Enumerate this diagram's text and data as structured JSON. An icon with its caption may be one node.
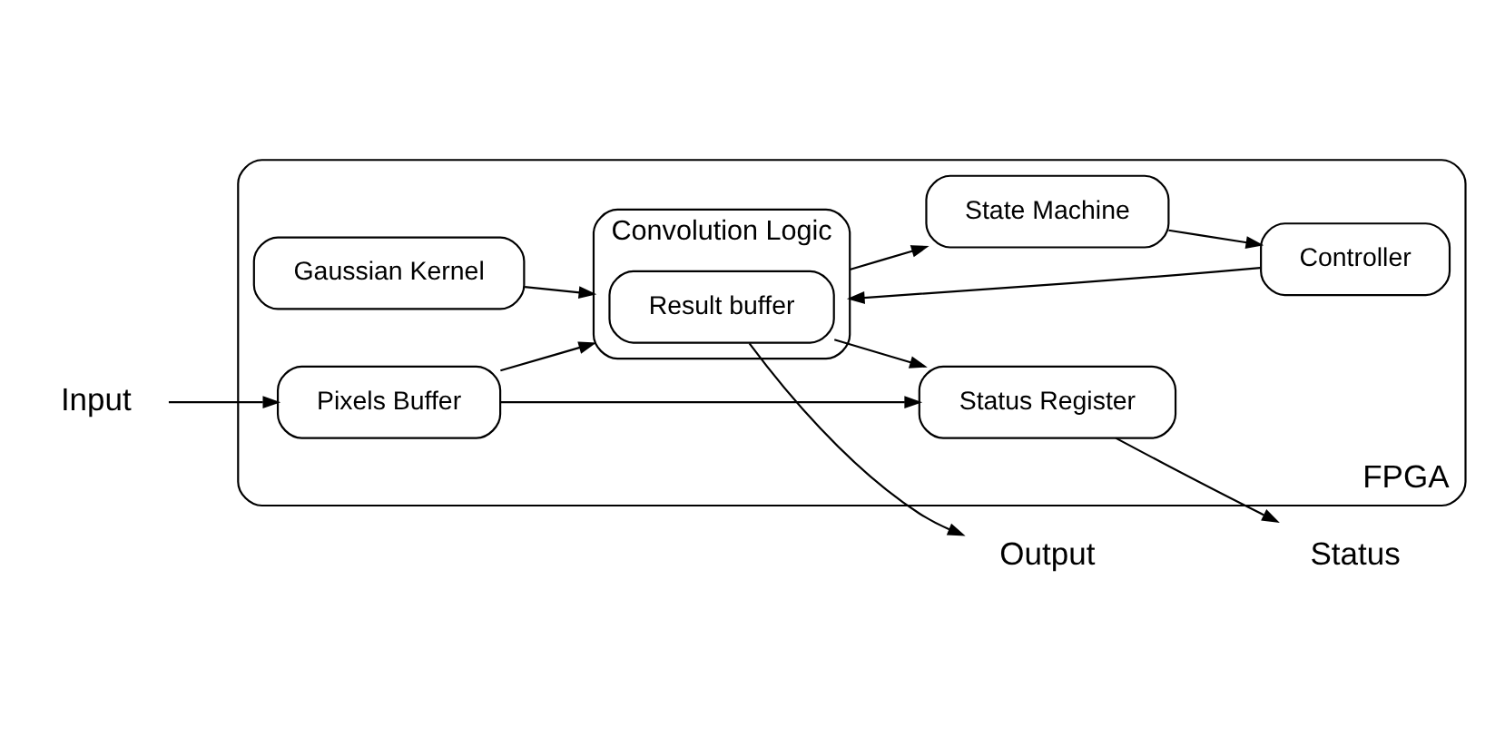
{
  "diagram": {
    "nodes": [
      {
        "text": [
          "FPGA"
        ]
      },
      {
        "text": [
          "Gaussian Kernel"
        ],
        "in": 0
      },
      {
        "text": [
          "Convolution Logic"
        ],
        "in": 0
      },
      {
        "text": [
          "Controller"
        ],
        "in": 0
      },
      {
        "text": [
          "Input"
        ]
      },
      {
        "text": [
          "Pixels Buffer"
        ],
        "in": 0
      },
      {
        "text": [
          "State Machine"
        ],
        "in": 0
      },
      {
        "text": [
          "Status"
        ]
      },
      {
        "text": [
          "Status Register"
        ],
        "in": 0
      },
      {
        "text": [
          "Output"
        ]
      },
      {
        "text": [
          "Result buffer"
        ],
        "in": 2
      }
    ],
    "edges": [
      {
        "from": 1,
        "to": 2,
        "arrow": "to"
      },
      {
        "from": 3,
        "to": 2,
        "arrow": "to"
      },
      {
        "from": 4,
        "to": 5,
        "arrow": "to"
      },
      {
        "from": 5,
        "to": 2,
        "arrow": "to"
      },
      {
        "from": 2,
        "to": 6,
        "arrow": "to"
      },
      {
        "from": 6,
        "to": 3,
        "arrow": "to"
      },
      {
        "from": 5,
        "to": 8,
        "arrow": "to"
      },
      {
        "from": 8,
        "to": 7,
        "arrow": "to"
      },
      {
        "from": 10,
        "to": 9,
        "arrow": "to"
      },
      {
        "from": 10,
        "to": 8,
        "arrow": "to"
      }
    ]
  }
}
